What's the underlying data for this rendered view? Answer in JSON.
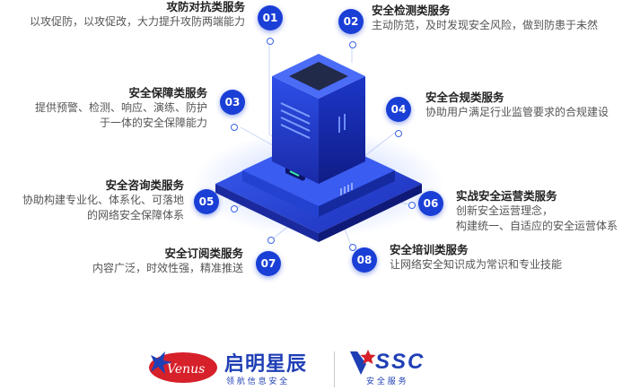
{
  "services": [
    {
      "num": "01",
      "title": "攻防对抗类服务",
      "desc": [
        "以攻促防，以攻促改，大力提升攻防两端能力"
      ]
    },
    {
      "num": "02",
      "title": "安全检测类服务",
      "desc": [
        "主动防范，及时发现安全风险，做到防患于未然"
      ]
    },
    {
      "num": "03",
      "title": "安全保障类服务",
      "desc": [
        "提供预警、检测、响应、演练、防护",
        "于一体的安全保障能力"
      ]
    },
    {
      "num": "04",
      "title": "安全合规类服务",
      "desc": [
        "协助用户满足行业监管要求的合规建设"
      ]
    },
    {
      "num": "05",
      "title": "安全咨询类服务",
      "desc": [
        "协助构建专业化、体系化、可落地",
        "的网络安全保障体系"
      ]
    },
    {
      "num": "06",
      "title": "实战安全运营类服务",
      "desc": [
        "创新安全运营理念，",
        "构建统一、自适应的安全运营体系"
      ]
    },
    {
      "num": "07",
      "title": "安全订阅类服务",
      "desc": [
        "内容广泛，时效性强，精准推送"
      ]
    },
    {
      "num": "08",
      "title": "安全培训类服务",
      "desc": [
        "让网络安全知识成为常识和专业技能"
      ]
    }
  ],
  "logos": {
    "venus_badge": "Venus",
    "venus_name": "启明星辰",
    "venus_sub": "领 航 信 息 安 全",
    "vssc_mark": "SSC",
    "vssc_sub": "安 全 服 务"
  },
  "colors": {
    "accent": "#1a3fd6",
    "venus_red": "#d6202a",
    "venus_blue": "#1f3fb5"
  }
}
